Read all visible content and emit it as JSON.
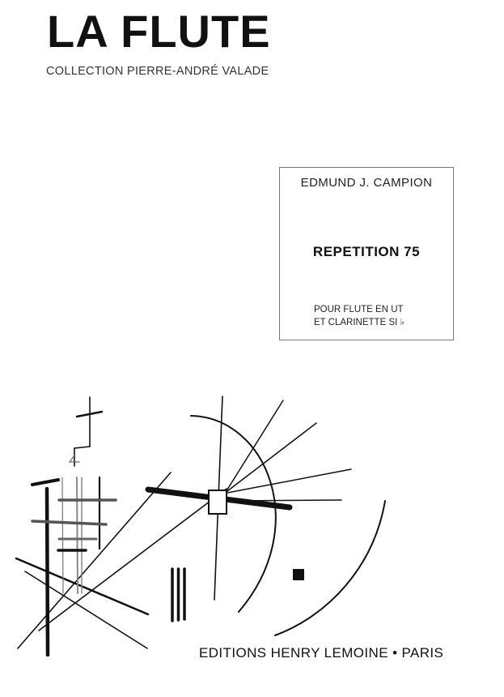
{
  "cover": {
    "title": "LA FLUTE",
    "collection": "COLLECTION PIERRE-ANDRÉ VALADE",
    "composer": "EDMUND J. CAMPION",
    "work_title": "REPETITION 75",
    "instrumentation_line1": "POUR FLUTE EN UT",
    "instrumentation_line2": "ET CLARINETTE SI ♭",
    "publisher": "EDITIONS HENRY LEMOINE • PARIS"
  },
  "colors": {
    "ink": "#111111",
    "border": "#777777",
    "background": "#ffffff"
  },
  "artwork": "abstract-line-drawing"
}
